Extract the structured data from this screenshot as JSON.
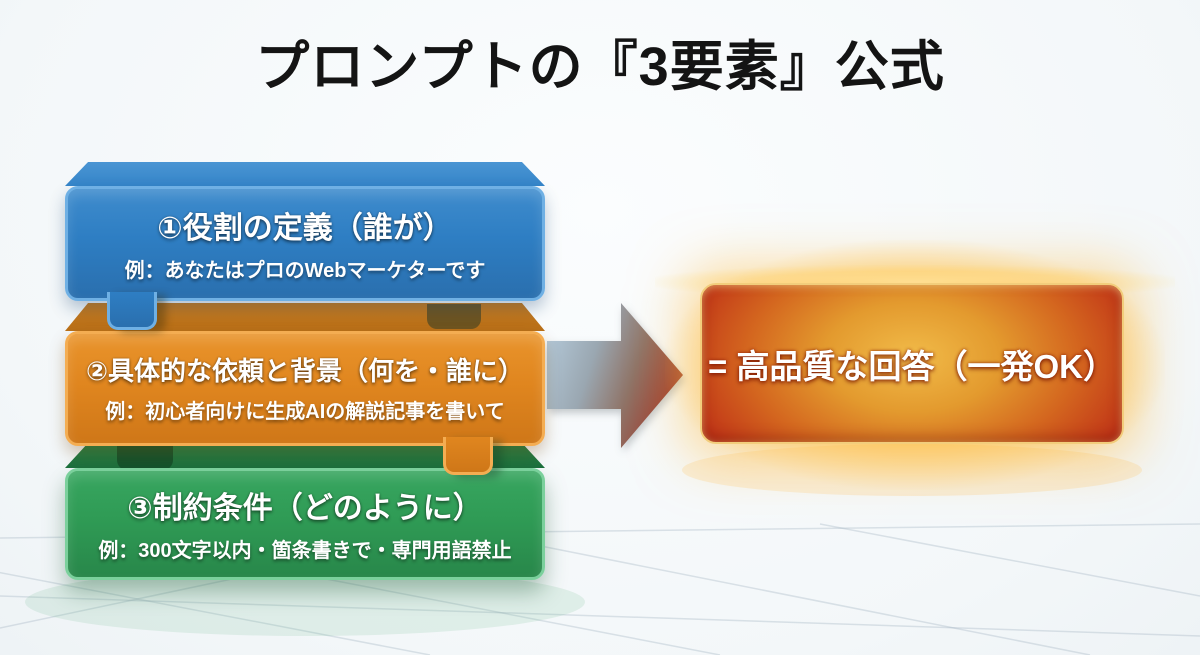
{
  "title": "プロンプトの『3要素』公式",
  "title_color": "#141414",
  "background": {
    "base": "#f3f7f9",
    "grid_line": "#b9c6cf"
  },
  "blocks": [
    {
      "heading": "①役割の定義（誰が）",
      "example": "例：あなたはプロのWebマーケターです",
      "color": "#2e7ec3",
      "border_color": "#6fb0e4",
      "top_face_color": "#3b86c9"
    },
    {
      "heading": "②具体的な依頼と背景（何を・誰に）",
      "example": "例：初心者向けに生成AIの解説記事を書いて",
      "color": "#e0861f",
      "border_color": "#f4ad52",
      "top_face_color": "#c0741c"
    },
    {
      "heading": "③制約条件（どのように）",
      "example": "例：300文字以内・箇条書きで・専門用語禁止",
      "color": "#2f9b55",
      "border_color": "#7bd09c",
      "top_face_color": "#1f7a42"
    }
  ],
  "arrow": {
    "direction": "right",
    "gradient_start": "#b6cedf",
    "gradient_end": "#9c3f33"
  },
  "result": {
    "label": "= 高品質な回答（一発OK）",
    "text_color": "#ffffff",
    "center_color": "#f1bb49",
    "edge_color": "#9c1d0e",
    "rim_color": "#f2cd7c",
    "glow_color": "#ffc954"
  }
}
